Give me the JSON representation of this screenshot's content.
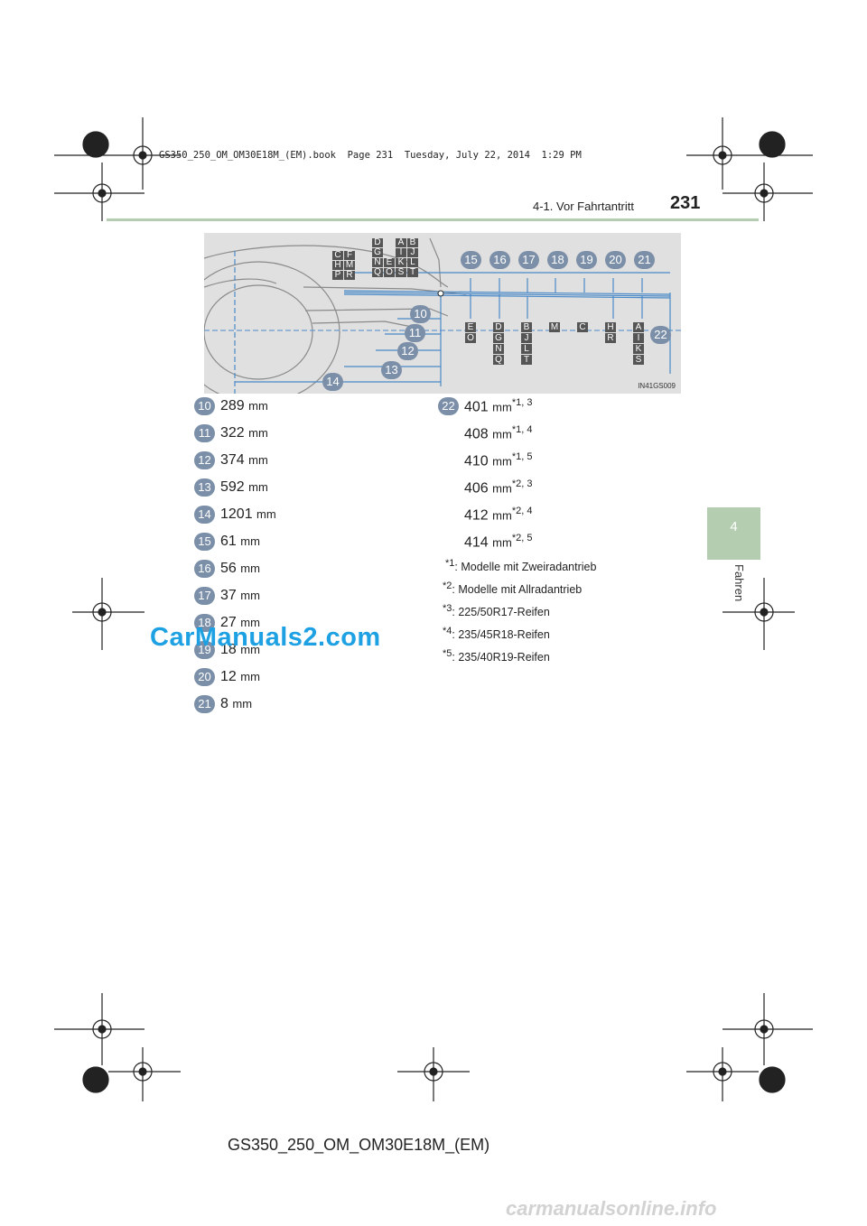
{
  "file_stamp": "GS350_250_OM_OM30E18M_(EM).book  Page 231  Tuesday, July 22, 2014  1:29 PM",
  "header": {
    "section": "4-1. Vor Fahrtantritt",
    "page_number": "231"
  },
  "side_tab": {
    "number": "4",
    "label": "Fahren"
  },
  "diagram": {
    "code": "IN41GS009",
    "top_letter_columns": [
      [
        "C",
        "H",
        "P"
      ],
      [
        "F",
        "M",
        "R"
      ],
      [
        "D",
        "G",
        "N",
        "Q"
      ],
      [
        "E",
        "O"
      ],
      [
        "A",
        "I",
        "K",
        "S"
      ],
      [
        "B",
        "J",
        "L",
        "T"
      ]
    ],
    "bottom_letter_columns": [
      [
        "E",
        "O"
      ],
      [
        "D",
        "G",
        "N",
        "Q"
      ],
      [
        "B",
        "J",
        "L",
        "T"
      ],
      [
        "M"
      ],
      [
        "C"
      ],
      [
        "H",
        "R"
      ],
      [
        "A",
        "I",
        "K",
        "S"
      ]
    ],
    "top_circles": [
      "15",
      "16",
      "17",
      "18",
      "19",
      "20",
      "21"
    ],
    "left_circles": [
      "10",
      "11",
      "12",
      "13",
      "14"
    ],
    "right_circle": "22"
  },
  "left_list": [
    {
      "num": "10",
      "value": "289",
      "unit": "mm"
    },
    {
      "num": "11",
      "value": "322",
      "unit": "mm"
    },
    {
      "num": "12",
      "value": "374",
      "unit": "mm"
    },
    {
      "num": "13",
      "value": "592",
      "unit": "mm"
    },
    {
      "num": "14",
      "value": "1201",
      "unit": "mm"
    },
    {
      "num": "15",
      "value": "61",
      "unit": "mm"
    },
    {
      "num": "16",
      "value": "56",
      "unit": "mm"
    },
    {
      "num": "17",
      "value": "37",
      "unit": "mm"
    },
    {
      "num": "18",
      "value": "27",
      "unit": "mm"
    },
    {
      "num": "19",
      "value": "18",
      "unit": "mm"
    },
    {
      "num": "20",
      "value": "12",
      "unit": "mm"
    },
    {
      "num": "21",
      "value": "8",
      "unit": "mm"
    }
  ],
  "right_list": {
    "num": "22",
    "values": [
      {
        "value": "401",
        "unit": "mm",
        "note": "*1, 3"
      },
      {
        "value": "408",
        "unit": "mm",
        "note": "*1, 4"
      },
      {
        "value": "410",
        "unit": "mm",
        "note": "*1, 5"
      },
      {
        "value": "406",
        "unit": "mm",
        "note": "*2, 3"
      },
      {
        "value": "412",
        "unit": "mm",
        "note": "*2, 4"
      },
      {
        "value": "414",
        "unit": "mm",
        "note": "*2, 5"
      }
    ]
  },
  "footnotes": [
    {
      "mark": "*1",
      "text": ": Modelle mit Zweiradantrieb"
    },
    {
      "mark": "*2",
      "text": ": Modelle mit Allradantrieb"
    },
    {
      "mark": "*3",
      "text": ": 225/50R17-Reifen"
    },
    {
      "mark": "*4",
      "text": ": 235/45R18-Reifen"
    },
    {
      "mark": "*5",
      "text": ": 235/40R19-Reifen"
    }
  ],
  "watermark": "CarManuals2.com",
  "footer_code": "GS350_250_OM_OM30E18M_(EM)",
  "bottom_watermark": "carmanualsonline.info",
  "colors": {
    "accent_green": "#b4cdb0",
    "badge": "#7b8fa8",
    "diagram_bg": "#e0e0e0",
    "line_blue": "#4a8ac8"
  }
}
